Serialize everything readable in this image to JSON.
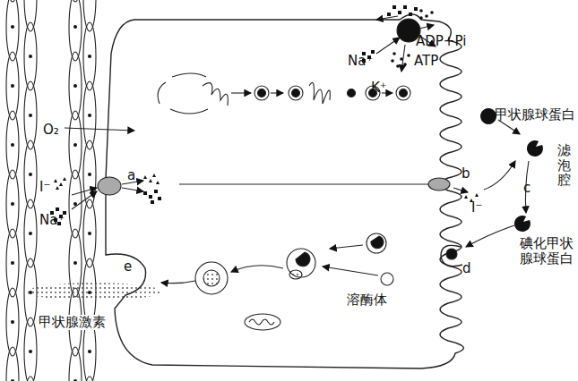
{
  "diagram": {
    "labels": [
      "O₂",
      "I⁻",
      "Na⁺",
      "a",
      "Na⁺",
      "ADP+Pi",
      "ATP",
      "K⁺",
      "甲状腺球蛋白",
      "滤泡腔",
      "b",
      "I⁻",
      "c",
      "d",
      "碘化甲状腺球蛋白",
      "溶酶体",
      "e",
      "甲状腺激素"
    ]
  }
}
